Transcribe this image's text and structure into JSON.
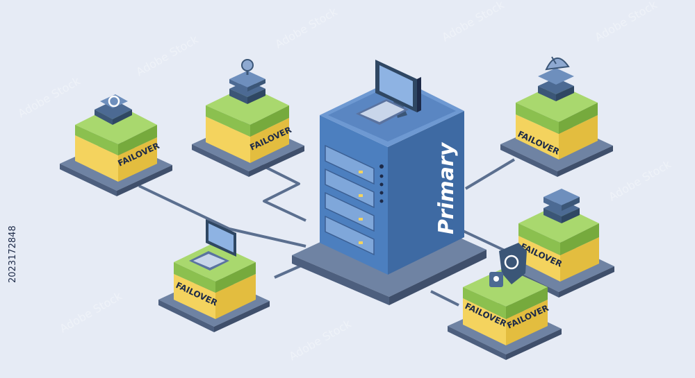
{
  "primary": {
    "label": "Primary"
  },
  "nodes": [
    {
      "id": "top-left",
      "label": "FAILOVER",
      "icon": "sync-icon"
    },
    {
      "id": "top-center",
      "label": "FAILOVER",
      "icon": "location-pin-icon"
    },
    {
      "id": "top-right",
      "label": "FAILOVER",
      "icon": "satellite-dish-icon"
    },
    {
      "id": "bottom-left",
      "label": "FAILOVER",
      "icon": "computer-icon"
    },
    {
      "id": "bottom-center",
      "labels": [
        "FAILOVER",
        "FAILOVER"
      ],
      "icon": "shield-lock-icon"
    },
    {
      "id": "middle-right",
      "label": "FAILOVER",
      "icon": "database-icon"
    }
  ],
  "stock_id": "2023172848",
  "watermark": "Adobe Stock",
  "colors": {
    "background": "#e6ebf5",
    "server_front": "#4c7fbf",
    "server_side": "#3e6aa3",
    "server_top": "#6e99d2",
    "green_top": "#a9d86e",
    "yellow": "#f4d35e",
    "base": "#5b6f8f",
    "line": "#5b6f8f"
  }
}
